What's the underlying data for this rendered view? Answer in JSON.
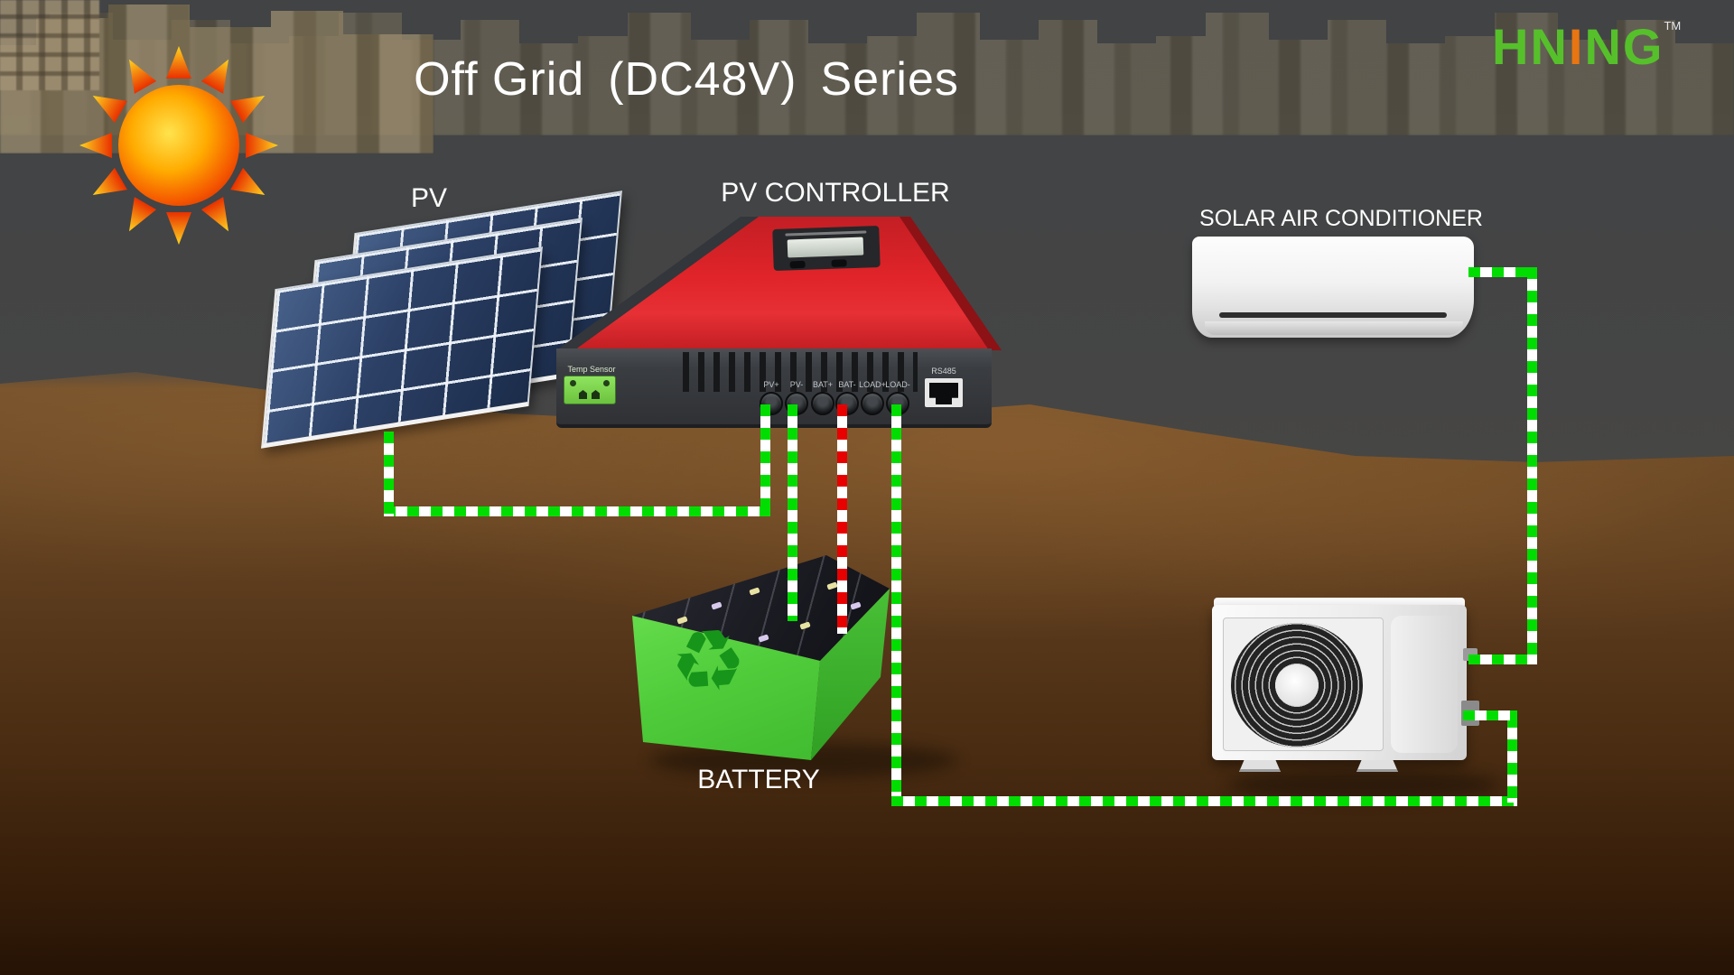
{
  "title": {
    "part1": "Off Grid",
    "part2": "(DC48V)",
    "part3": "Series"
  },
  "logo": {
    "left": "HN",
    "accent": "I",
    "right": "NG",
    "tm": "TM"
  },
  "labels": {
    "pv": "PV",
    "controller": "PV CONTROLLER",
    "air_conditioner": "SOLAR AIR CONDITIONER",
    "battery": "BATTERY"
  },
  "controller": {
    "temp_sensor": "Temp Sensor",
    "terminals": [
      "PV+",
      "PV-",
      "BAT+",
      "BAT-",
      "LOAD+",
      "LOAD-"
    ],
    "comm_port": "RS485"
  },
  "battery": {
    "recycle_glyph": "♻"
  },
  "icons": {
    "sun": "sun-icon",
    "recycle": "recycle-icon"
  },
  "colors": {
    "wire_green": "#00dd00",
    "wire_red": "#e80000",
    "logo_green": "#56c02b",
    "logo_orange": "#e87511",
    "battery_green": "#4cc838",
    "controller_red": "#e02429",
    "panel_blue": "#2c4066"
  }
}
